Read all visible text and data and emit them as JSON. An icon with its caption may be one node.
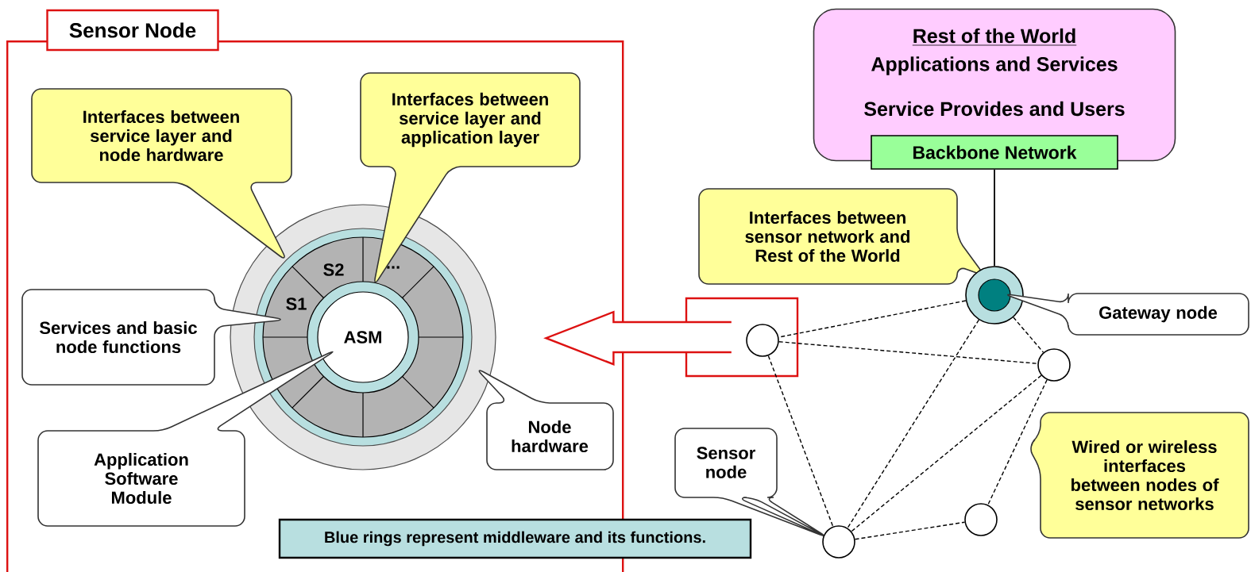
{
  "diagram": {
    "nodes": [
      {
        "text": [
          "Sensor Node"
        ]
      },
      {
        "text": [
          "Interfaces between service layer and node hardware"
        ],
        "in": 0
      },
      {
        "text": [
          "Interfaces between service layer and application layer"
        ],
        "in": 0
      },
      {
        "text": [
          "Services and basic node functions"
        ],
        "in": 0
      },
      {
        "text": [
          "ASM"
        ],
        "in": 0
      },
      {
        "text": [
          "Application Software Module"
        ],
        "in": 0
      },
      {
        "text": [
          "Node hardware"
        ],
        "in": 0
      },
      {
        "text": [
          "Blue rings represent middleware and its functions."
        ]
      },
      {
        "text": [
          "Rest of the World",
          "Applications and Services",
          "Service Provides and Users"
        ]
      },
      {
        "text": [
          "Backbone Network"
        ]
      },
      {
        "text": [
          "Interfaces between sensor network and Rest of the World"
        ]
      },
      {
        "text": [],
        "shape": "circle"
      },
      {
        "text": [
          "Gateway node"
        ]
      },
      {
        "text": [],
        "shape": "box"
      },
      {
        "text": [],
        "shape": "circle",
        "in": 13
      },
      {
        "text": [],
        "shape": "circle"
      },
      {
        "text": [
          "Sensor node"
        ]
      },
      {
        "text": [
          "Wired or wireless interfaces between nodes of sensor networks"
        ]
      },
      {
        "text": [],
        "shape": "circle"
      },
      {
        "text": [],
        "shape": "circle"
      }
    ],
    "edges": [
      {
        "from": 9,
        "to": 11,
        "arrow": "none"
      },
      {
        "from": 11,
        "to": 14,
        "arrow": "none",
        "style": "dashed"
      },
      {
        "from": 11,
        "to": 15,
        "arrow": "none",
        "style": "dashed"
      },
      {
        "from": 11,
        "to": 19,
        "arrow": "none",
        "style": "dashed"
      },
      {
        "from": 14,
        "to": 15,
        "arrow": "none",
        "style": "dashed"
      },
      {
        "from": 14,
        "to": 19,
        "arrow": "none",
        "style": "dashed"
      },
      {
        "from": 15,
        "to": 19,
        "arrow": "none",
        "style": "dashed"
      },
      {
        "from": 15,
        "to": 18,
        "arrow": "none",
        "style": "dashed"
      },
      {
        "from": 19,
        "to": 18,
        "arrow": "none",
        "style": "dashed"
      },
      {
        "from": 13,
        "to": 0,
        "arrow": "to",
        "style": "thick",
        "color": "#dd1111"
      }
    ],
    "labels": [
      "S1",
      "S2",
      "..."
    ]
  }
}
